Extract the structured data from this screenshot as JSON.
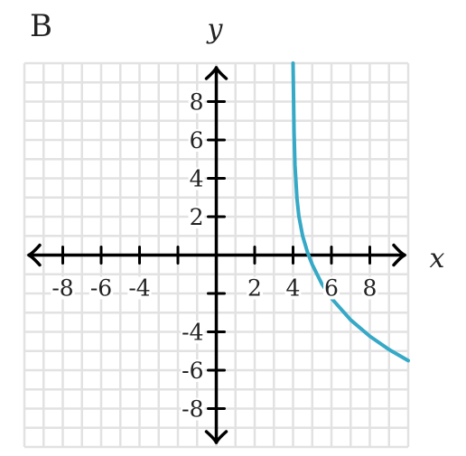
{
  "panel_label": "B",
  "colors": {
    "curve": "#35a9c6",
    "axis": "#000000",
    "grid": "#e2e2e2"
  },
  "chart_data": {
    "type": "line",
    "title": "",
    "xlabel": "x",
    "ylabel": "y",
    "xlim": [
      -10,
      10
    ],
    "ylim": [
      -10,
      10
    ],
    "grid": true,
    "x_tick_labels": [
      {
        "value": -8,
        "label": "-8"
      },
      {
        "value": -6,
        "label": "-6"
      },
      {
        "value": -4,
        "label": "-4"
      },
      {
        "value": 2,
        "label": "2"
      },
      {
        "value": 4,
        "label": "4"
      },
      {
        "value": 6,
        "label": "6"
      },
      {
        "value": 8,
        "label": "8"
      }
    ],
    "y_tick_labels": [
      {
        "value": 8,
        "label": "8"
      },
      {
        "value": 6,
        "label": "6"
      },
      {
        "value": 4,
        "label": "4"
      },
      {
        "value": 2,
        "label": "2"
      },
      {
        "value": -4,
        "label": "-4"
      },
      {
        "value": -6,
        "label": "-6"
      },
      {
        "value": -8,
        "label": "-8"
      }
    ],
    "series": [
      {
        "x": [
          4.0,
          4.05,
          4.1,
          4.2,
          4.3,
          4.5,
          4.75,
          5.0,
          5.5,
          6.0,
          7.0,
          8.0,
          9.0,
          10.0
        ],
        "y": [
          10.0,
          6.43,
          4.7,
          2.97,
          2.04,
          1.0,
          0.16,
          -0.5,
          -1.5,
          -2.25,
          -3.38,
          -4.23,
          -4.92,
          -5.5
        ]
      }
    ],
    "asymptote_x": 4,
    "x_intercept": 5
  }
}
